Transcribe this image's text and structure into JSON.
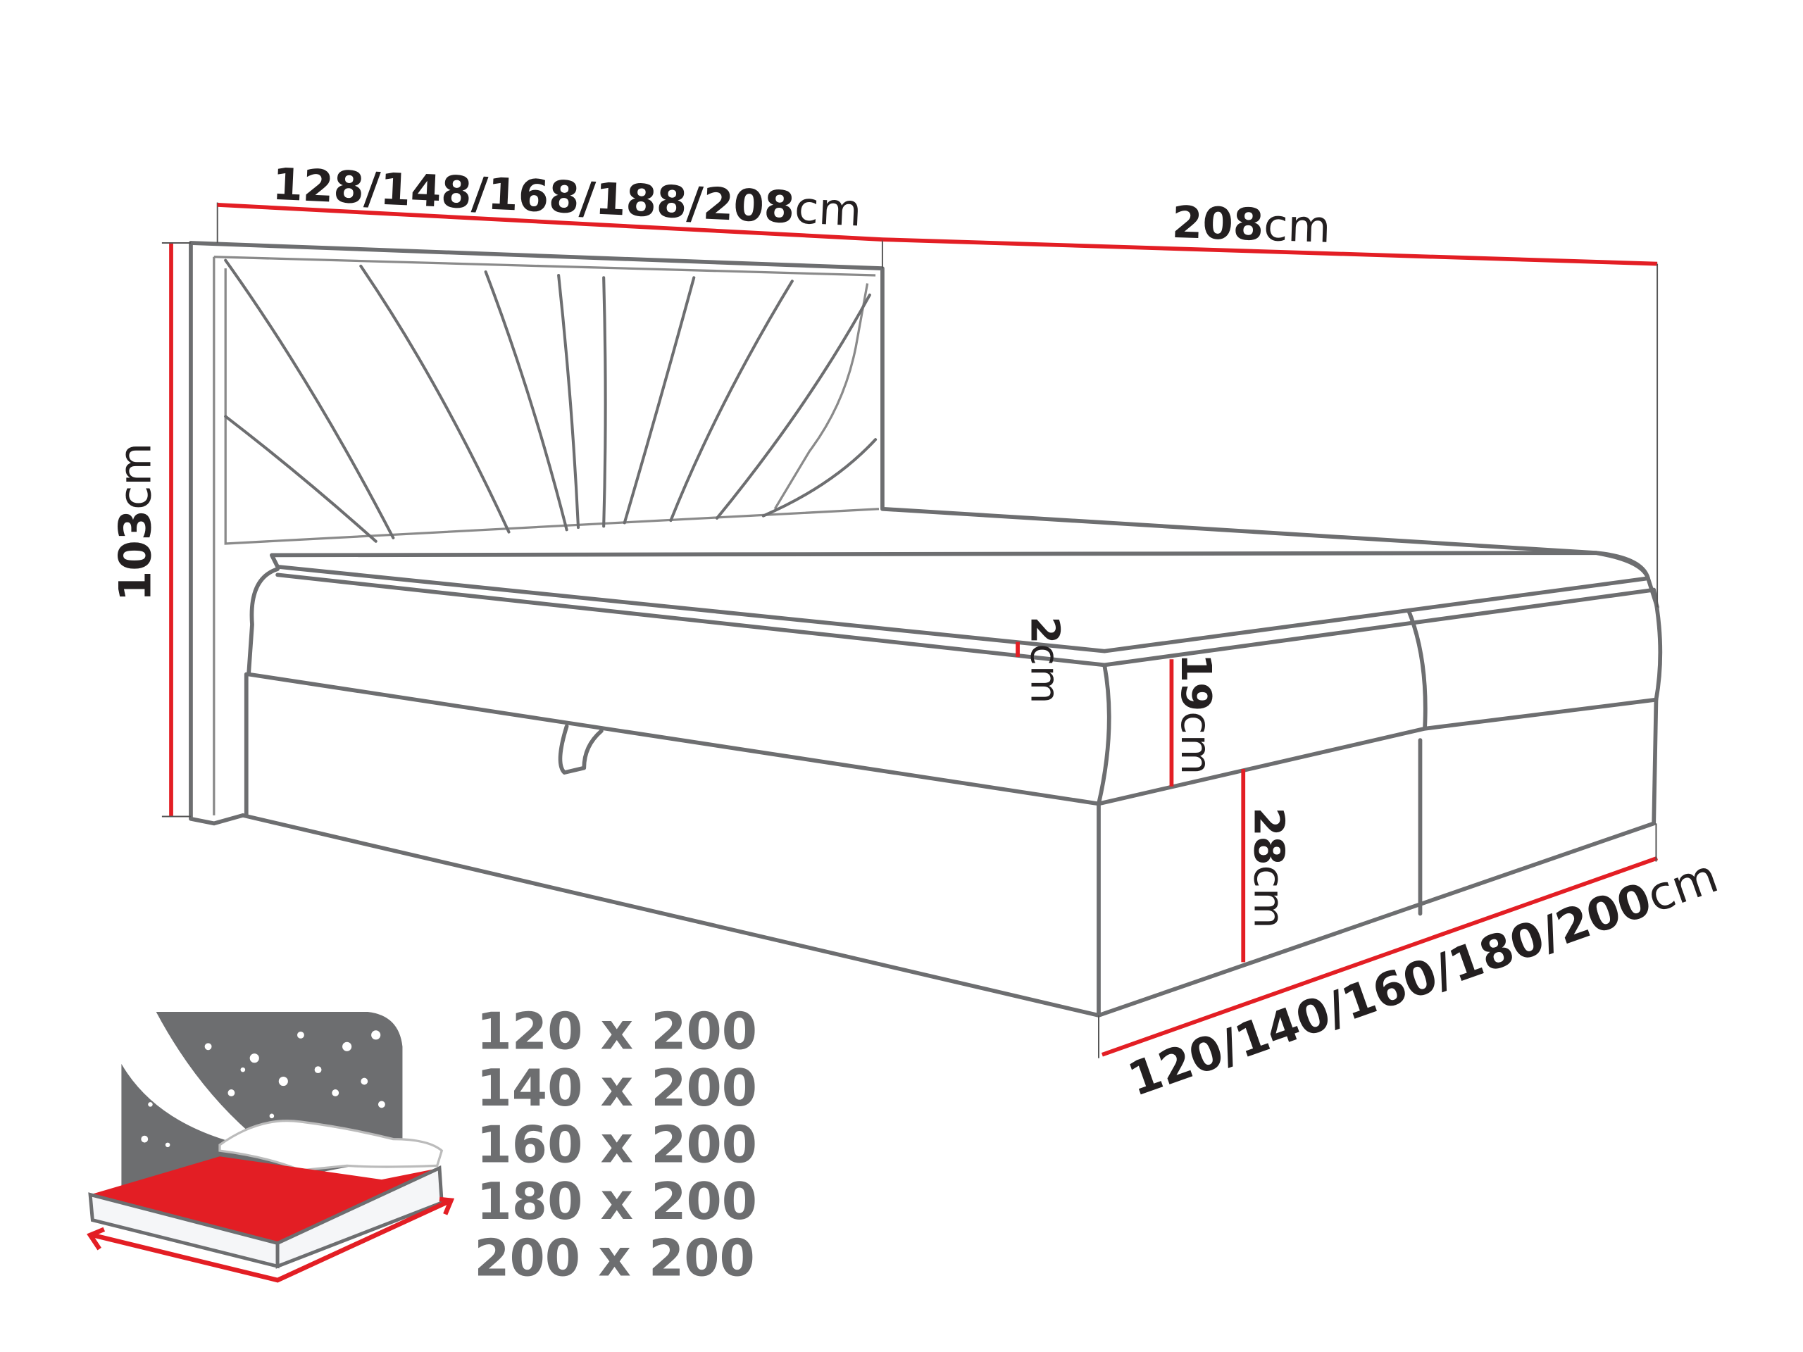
{
  "dimensions": {
    "headboard_width": {
      "value": "128/148/168/188/208",
      "unit": "cm"
    },
    "length": {
      "value": "208",
      "unit": "cm"
    },
    "height": {
      "value": "103",
      "unit": "cm"
    },
    "topper": {
      "value": "2",
      "unit": "cm"
    },
    "mattress": {
      "value": "19",
      "unit": "cm"
    },
    "base": {
      "value": "28",
      "unit": "cm"
    },
    "bed_width": {
      "value": "120/140/160/180/200",
      "unit": "cm"
    }
  },
  "sizes": [
    "120 x 200",
    "140 x 200",
    "160 x 200",
    "180 x 200",
    "200 x 200"
  ],
  "colors": {
    "accent": "#e31e24",
    "outline": "#6d6e70",
    "text": "#231f20"
  }
}
